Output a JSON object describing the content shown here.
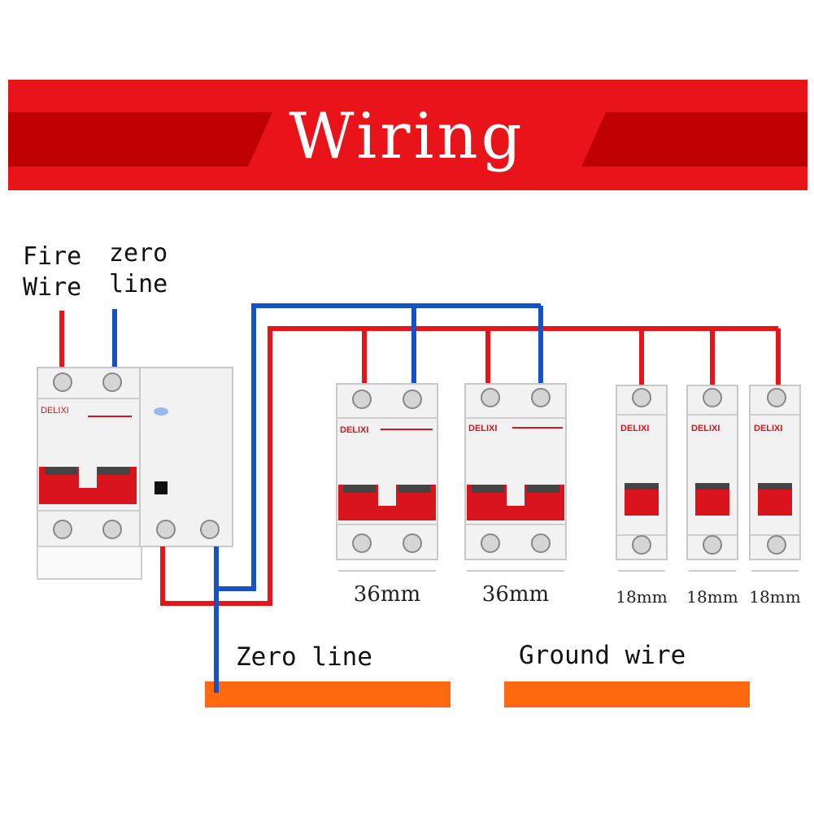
{
  "banner": {
    "title": "Wiring"
  },
  "labels": {
    "fire_wire": "Fire\nWire",
    "zero_line_top": "zero\nline",
    "zero_line_bus": "Zero line",
    "ground_wire": "Ground wire"
  },
  "brand": "DELIXI",
  "breakers": {
    "main": {
      "brand": "DELIXI"
    },
    "double_1": {
      "brand": "DELIXI",
      "width_label": "36mm"
    },
    "double_2": {
      "brand": "DELIXI",
      "width_label": "36mm"
    },
    "single_1": {
      "brand": "DELIXI",
      "width_label": "18mm"
    },
    "single_2": {
      "brand": "DELIXI",
      "width_label": "18mm"
    },
    "single_3": {
      "brand": "DELIXI",
      "width_label": "18mm"
    }
  },
  "colors": {
    "banner": "#e8141a",
    "banner_dark": "#c00000",
    "fire_wire": "#e8141a",
    "zero_wire": "#1452c8",
    "busbar": "#ff6a10",
    "breaker_body": "#f2f2f2",
    "toggle": "#d9141c"
  }
}
